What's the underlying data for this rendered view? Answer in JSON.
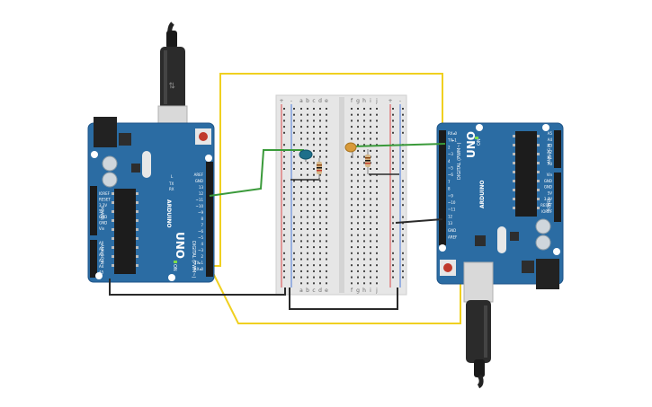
{
  "arduino": {
    "brand": "ARDUINO",
    "model": "UNO",
    "digital_header": "DIGITAL (PWM~)",
    "power_header": "POWER",
    "analog_header": "ANALOG IN",
    "on_label": "ON",
    "reset_label": "RESET",
    "pins_digital": [
      "AREF",
      "GND",
      "13",
      "12",
      "~11",
      "~10",
      "~9",
      "8",
      "7",
      "~6",
      "~5",
      "4",
      "~3",
      "2",
      "TX▸1",
      "RX◂0"
    ],
    "pins_power": [
      "IOREF",
      "RESET",
      "3.3V",
      "5V",
      "GND",
      "GND",
      "Vin"
    ],
    "pins_analog": [
      "A0",
      "A1",
      "A2",
      "A3",
      "A4",
      "A5"
    ],
    "led_labels": [
      "L",
      "TX",
      "RX"
    ]
  },
  "breadboard": {
    "col_letters_left": [
      "a",
      "b",
      "c",
      "d",
      "e"
    ],
    "col_letters_right": [
      "f",
      "g",
      "h",
      "i",
      "j"
    ],
    "rail_plus": "+",
    "rail_minus": "-",
    "row_count": 30
  },
  "wires": [
    {
      "name": "yellow-wire-tx-rx",
      "color": "#f0d020"
    },
    {
      "name": "yellow-wire-rx-tx",
      "color": "#f0d020"
    },
    {
      "name": "green-wire-led",
      "color": "#3a9a3a"
    },
    {
      "name": "green-wire-pin2",
      "color": "#3a9a3a"
    },
    {
      "name": "black-wire-gnd-left",
      "color": "#2a2a2a"
    },
    {
      "name": "black-wire-gnd-right",
      "color": "#2a2a2a"
    },
    {
      "name": "black-wire-ground-loop",
      "color": "#2a2a2a"
    }
  ],
  "colors": {
    "board": "#2b6ca3",
    "board_edge": "#1f5588",
    "usb_body": "#2b2b2b",
    "usb_metal": "#d9d9d9",
    "breadboard": "#e6e6e6",
    "rail_red": "#d94a4a",
    "rail_blue": "#4a7ad9",
    "led_blue": "#1e6f8a",
    "led_orange": "#d89a3a",
    "resistor": "#d7b98a"
  }
}
